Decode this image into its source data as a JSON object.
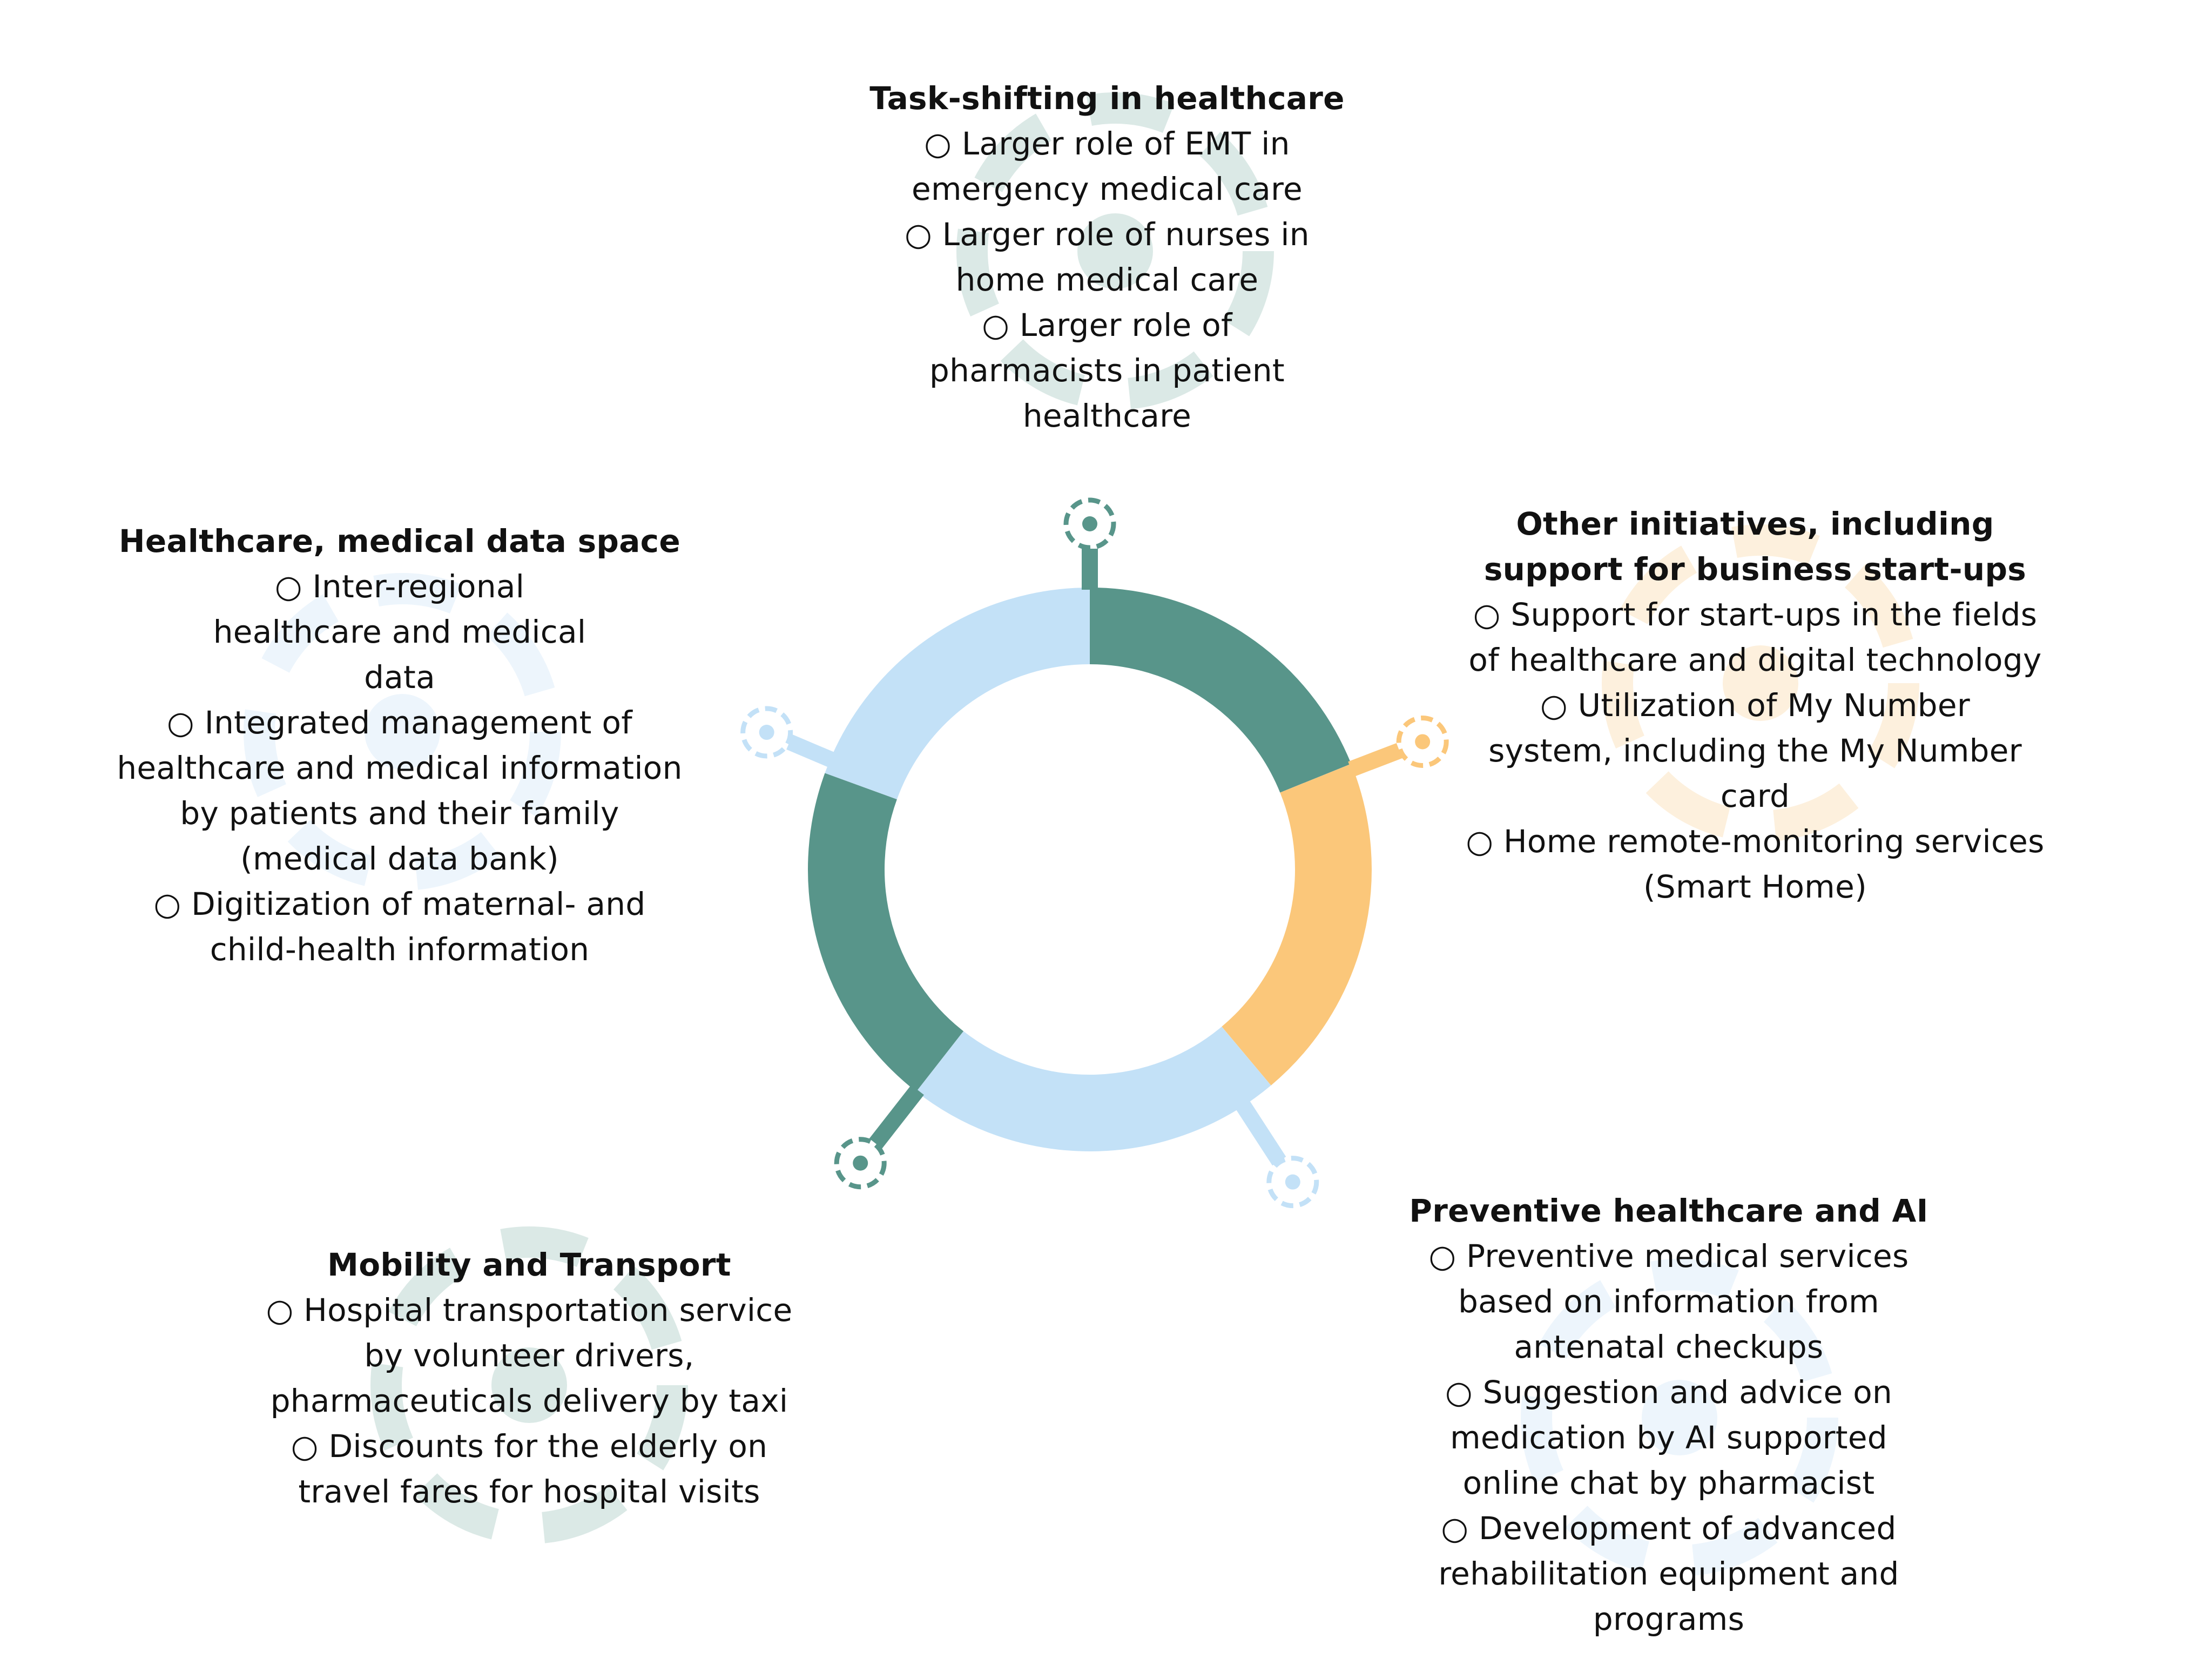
{
  "colors": {
    "dark_green": "#58958a",
    "light_blue": "#c3e1f7",
    "orange": "#fbc77a",
    "watermark_green": "#dbe9e6",
    "watermark_blue": "#edf5fc",
    "watermark_orange": "#fdf0dd"
  },
  "icons": {
    "ring_segment": "donut-arc",
    "marker": "dashed-target-icon",
    "watermark": "gear-icon"
  },
  "blocks": {
    "task_shifting": {
      "title": "Task-shifting in healthcare",
      "items": [
        "Larger role of EMT in emergency medical care",
        "Larger role of nurses in home medical care",
        "Larger role of pharmacists in patient healthcare"
      ]
    },
    "other_initiatives": {
      "title": "Other initiatives, including support for business start-ups",
      "items": [
        "Support for start-ups in the fields of healthcare and digital technology",
        "Utilization of My Number system, including the My Number card",
        "Home remote-monitoring services (Smart Home)"
      ]
    },
    "preventive": {
      "title": "Preventive healthcare and AI",
      "items": [
        "Preventive medical services based on information from antenatal checkups",
        "Suggestion and advice on medication by AI supported online chat by pharmacist",
        "Development of advanced rehabilitation equipment and programs"
      ]
    },
    "mobility": {
      "title": "Mobility and Transport",
      "items": [
        "Hospital transportation service by volunteer drivers, pharmaceuticals delivery by taxi",
        "Discounts for the elderly on travel fares for hospital visits"
      ]
    },
    "data_space": {
      "title": "Healthcare, medical data space",
      "items": [
        "Inter-regional healthcare and medical data",
        "Integrated management of healthcare and medical information by patients and their family  (medical data bank)",
        "Digitization of maternal- and child-health information"
      ]
    }
  }
}
